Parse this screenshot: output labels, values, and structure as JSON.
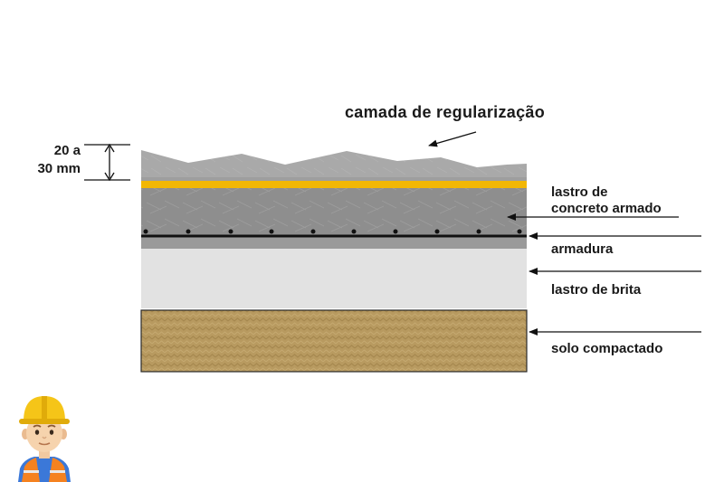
{
  "diagram": {
    "title_label": "camada de regularização",
    "dimension": {
      "line1": "20 a",
      "line2": "30 mm"
    },
    "layers": [
      {
        "id": "regularizacao",
        "label_lines": [],
        "color": "#a9a9a9"
      },
      {
        "id": "lastro-concreto",
        "label_lines": [
          "lastro de",
          "concreto armado"
        ],
        "color": "#8f8f8f"
      },
      {
        "id": "armadura",
        "label_lines": [
          "armadura"
        ],
        "color": "#1a1a1a"
      },
      {
        "id": "lastro-brita",
        "label_lines": [
          "lastro de brita"
        ],
        "color": "#e2e2e2"
      },
      {
        "id": "solo",
        "label_lines": [
          "solo compactado"
        ],
        "color": "#b89a60"
      }
    ],
    "accent_stripe_color": "#f2b705"
  },
  "decoration": {
    "icon": "construction-worker-icon"
  }
}
